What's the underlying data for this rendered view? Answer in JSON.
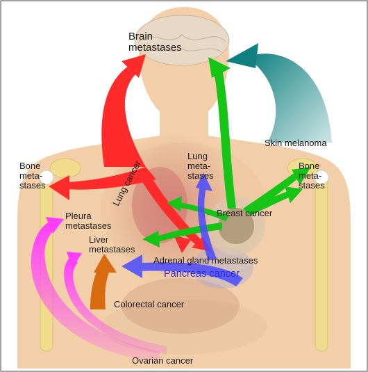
{
  "labels": {
    "brain": "Brain\nmetastases",
    "skin_melanoma": "Skin melanoma",
    "bone_left": "Bone\nmeta-\nstases",
    "bone_right": "Bone\nmeta-\nstases",
    "lung_meta": "Lung\nmeta-\nstases",
    "lung_cancer": "Lung cancer",
    "breast_cancer": "Breast cancer",
    "pleura": "Pleura\nmetastases",
    "liver": "Liver\nmetastases",
    "adrenal": "Adrenal gland metastases",
    "pancreas": "Pancreas cancer",
    "colorectal": "Colorectal cancer",
    "ovarian": "Ovarian cancer"
  },
  "colors": {
    "skin": "#f2cfa8",
    "bone": "#f0dc8c",
    "lung_cancer_arrow": "#ff2a2a",
    "breast_cancer_arrow": "#16c416",
    "skin_melanoma_arrow": "#0f7f7f",
    "pancreas_arrow": "#4a4aff",
    "colorectal_arrow": "#d86a10",
    "ovarian_arrow": "#ff3cff"
  }
}
